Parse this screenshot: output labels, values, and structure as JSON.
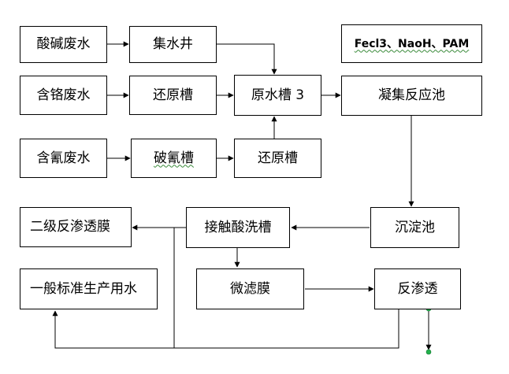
{
  "nodes": {
    "acid_alkali_wastewater": "酸碱废水",
    "sump": "集水井",
    "chromium_wastewater": "含铬废水",
    "reduction_tank_1": "还原槽",
    "cyanide_wastewater": "含氰废水",
    "cyanide_breaking_tank": "破氰槽",
    "reduction_tank_2": "还原槽",
    "raw_water_tank": "原水槽 3",
    "chemicals": "Fecl3、NaoH、PAM",
    "coagulation_tank": "凝集反应池",
    "sedimentation_tank": "沉淀池",
    "contact_acid_wash_tank": "接触酸洗槽",
    "microfiltration": "微滤膜",
    "reverse_osmosis": "反渗透",
    "secondary_ro_membrane": "二级反渗透膜",
    "general_production_water": "一般标准生产用水"
  },
  "colors": {
    "line": "#000000",
    "connector_dot": "#22b14c",
    "spellcheck_underline": "#3a8a3a"
  }
}
